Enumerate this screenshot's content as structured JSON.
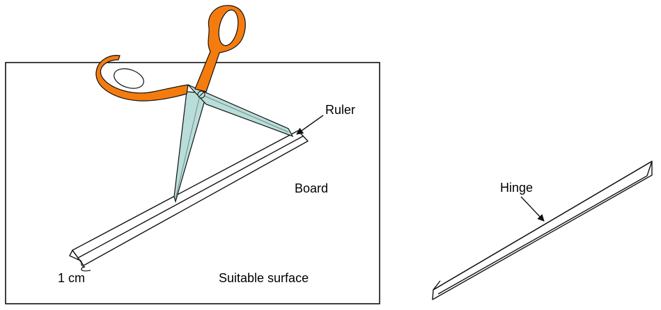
{
  "labels": {
    "ruler": "Ruler",
    "board": "Board",
    "one_cm": "1 cm",
    "suitable_surface": "Suitable surface",
    "hinge": "Hinge"
  },
  "colors": {
    "line": "#111111",
    "scissor_handle": "#f47c0f",
    "scissor_blade": "#b9ddd8",
    "background": "#ffffff"
  },
  "icons": {
    "scissors": "scissors-icon",
    "pointer": "arrow-icon"
  }
}
